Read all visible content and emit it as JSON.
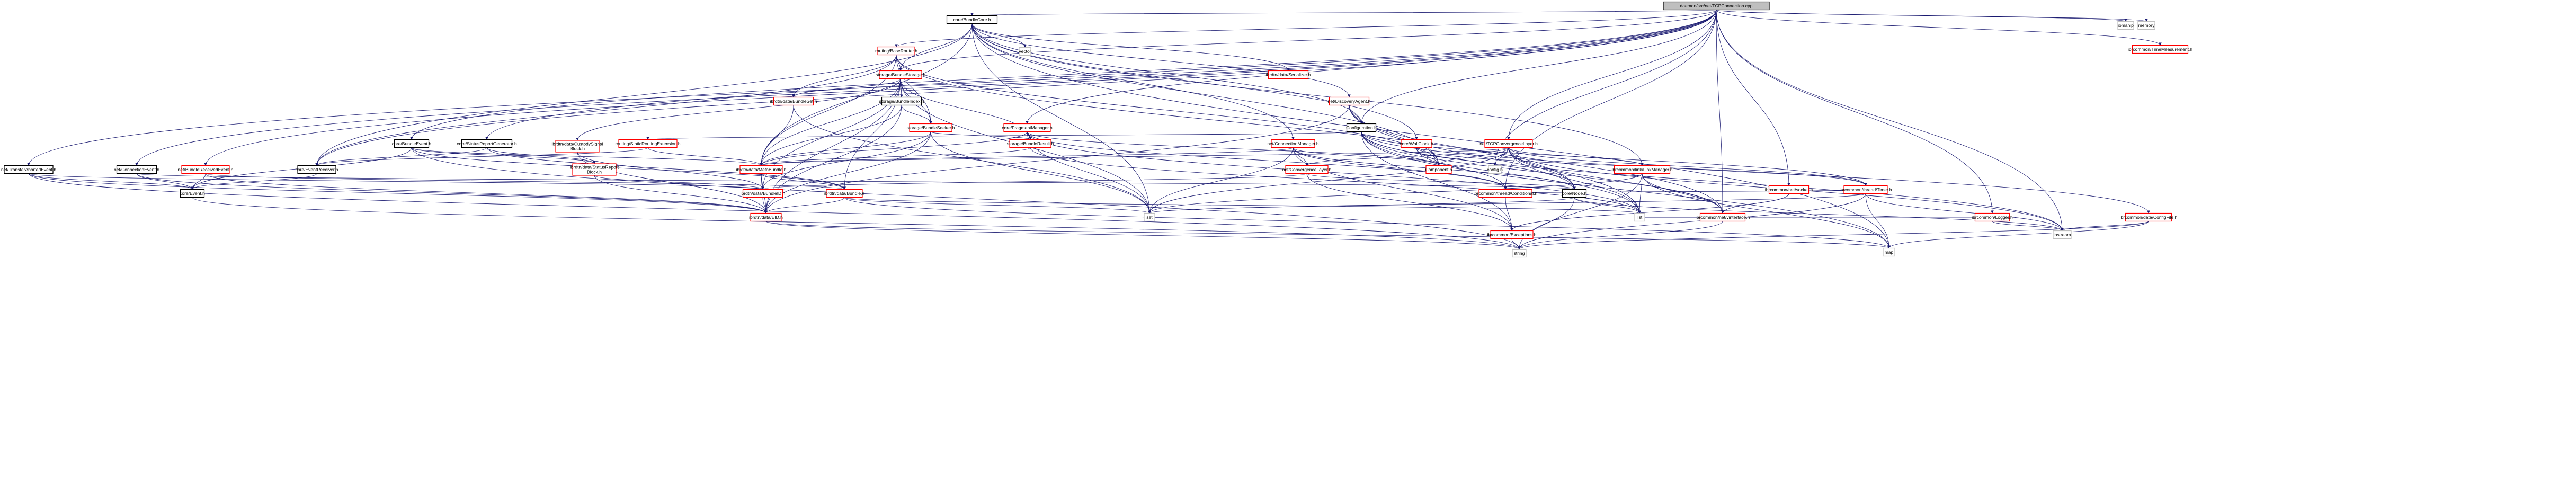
{
  "title": "daemon/src/net/TCPConnection.cpp include dependency graph",
  "colors": {
    "root_fill": "#bfbfbf",
    "documented_border": "#000000",
    "undocumented_border": "#ff0000",
    "system_border": "#bfbfbf",
    "edge": "#191970"
  },
  "nodes": [
    {
      "id": "root",
      "label": "daemon/src/net/TCPConnection.cpp",
      "kind": "root"
    },
    {
      "id": "BundleCore",
      "label": "core/BundleCore.h",
      "kind": "documented"
    },
    {
      "id": "iomanip",
      "label": "iomanip",
      "kind": "system"
    },
    {
      "id": "memory",
      "label": "memory",
      "kind": "system"
    },
    {
      "id": "TimeMeasurement",
      "label": "ibrcommon/TimeMeasurement.h",
      "kind": "undocumented"
    },
    {
      "id": "BaseRouter",
      "label": "routing/BaseRouter.h",
      "kind": "undocumented"
    },
    {
      "id": "BundleStorage",
      "label": "storage/BundleStorage.h",
      "kind": "undocumented"
    },
    {
      "id": "vector",
      "label": "vector",
      "kind": "system"
    },
    {
      "id": "Serializer",
      "label": "ibrdtn/data/Serializer.h",
      "kind": "undocumented"
    },
    {
      "id": "BundleSet",
      "label": "ibrdtn/data/BundleSet.h",
      "kind": "undocumented"
    },
    {
      "id": "BundleIndex",
      "label": "storage/BundleIndex.h",
      "kind": "documented"
    },
    {
      "id": "DiscoveryAgent",
      "label": "net/DiscoveryAgent.h",
      "kind": "undocumented"
    },
    {
      "id": "BundleSeeker",
      "label": "storage/BundleSeeker.h",
      "kind": "undocumented"
    },
    {
      "id": "Configuration",
      "label": "Configuration.h",
      "kind": "documented"
    },
    {
      "id": "FragmentManager",
      "label": "core/FragmentManager.h",
      "kind": "undocumented"
    },
    {
      "id": "BundleEvent",
      "label": "core/BundleEvent.h",
      "kind": "documented"
    },
    {
      "id": "StatusReportGenerator",
      "label": "core/StatusReportGenerator.h",
      "kind": "documented"
    },
    {
      "id": "CustodySignalBlock",
      "label": "ibrdtn/data/CustodySignal\nBlock.h",
      "kind": "undocumented"
    },
    {
      "id": "StaticRoutingExtension",
      "label": "routing/StaticRoutingExtension.h",
      "kind": "undocumented"
    },
    {
      "id": "BundleResult",
      "label": "storage/BundleResult.h",
      "kind": "undocumented"
    },
    {
      "id": "ConnectionManager",
      "label": "net/ConnectionManager.h",
      "kind": "undocumented"
    },
    {
      "id": "WallClock",
      "label": "core/WallClock.h",
      "kind": "undocumented"
    },
    {
      "id": "TCPConvergenceLayer",
      "label": "net/TCPConvergenceLayer.h",
      "kind": "undocumented"
    },
    {
      "id": "TransferAbortedEvent",
      "label": "net/TransferAbortedEvent.h",
      "kind": "documented"
    },
    {
      "id": "ConnectionEvent",
      "label": "net/ConnectionEvent.h",
      "kind": "documented"
    },
    {
      "id": "BundleReceivedEvent",
      "label": "net/BundleReceivedEvent.h",
      "kind": "undocumented"
    },
    {
      "id": "EventReceiver",
      "label": "core/EventReceiver.h",
      "kind": "documented"
    },
    {
      "id": "StatusReportBlock",
      "label": "ibrdtn/data/StatusReport\nBlock.h",
      "kind": "undocumented"
    },
    {
      "id": "MetaBundle",
      "label": "ibrdtn/data/MetaBundle.h",
      "kind": "undocumented"
    },
    {
      "id": "ConvergenceLayer",
      "label": "net/ConvergenceLayer.h",
      "kind": "undocumented"
    },
    {
      "id": "Component",
      "label": "Component.h",
      "kind": "undocumented"
    },
    {
      "id": "config",
      "label": "config.h",
      "kind": "system"
    },
    {
      "id": "LinkManager",
      "label": "ibrcommon/link/LinkManager.h",
      "kind": "undocumented"
    },
    {
      "id": "socket",
      "label": "ibrcommon/net/socket.h",
      "kind": "undocumented"
    },
    {
      "id": "Timer",
      "label": "ibrcommon/thread/Timer.h",
      "kind": "undocumented"
    },
    {
      "id": "Event",
      "label": "core/Event.h",
      "kind": "documented"
    },
    {
      "id": "BundleID",
      "label": "ibrdtn/data/BundleID.h",
      "kind": "undocumented"
    },
    {
      "id": "Bundle",
      "label": "ibrdtn/data/Bundle.h",
      "kind": "undocumented"
    },
    {
      "id": "Conditional",
      "label": "ibrcommon/thread/Conditional.h",
      "kind": "undocumented"
    },
    {
      "id": "Node",
      "label": "core/Node.h",
      "kind": "documented"
    },
    {
      "id": "vinterface",
      "label": "ibrcommon/net/vinterface.h",
      "kind": "undocumented"
    },
    {
      "id": "Logger",
      "label": "ibrcommon/Logger.h",
      "kind": "undocumented"
    },
    {
      "id": "ConfigFile",
      "label": "ibrcommon/data/ConfigFile.h",
      "kind": "undocumented"
    },
    {
      "id": "iostream",
      "label": "iostream",
      "kind": "system"
    },
    {
      "id": "EID",
      "label": "ibrdtn/data/EID.h",
      "kind": "undocumented"
    },
    {
      "id": "set",
      "label": "set",
      "kind": "system"
    },
    {
      "id": "list",
      "label": "list",
      "kind": "system"
    },
    {
      "id": "map",
      "label": "map",
      "kind": "system"
    },
    {
      "id": "Exceptions",
      "label": "ibrcommon/Exceptions.h",
      "kind": "undocumented"
    },
    {
      "id": "string",
      "label": "string",
      "kind": "system"
    }
  ],
  "edges": [
    [
      "root",
      "BundleCore"
    ],
    [
      "root",
      "iomanip"
    ],
    [
      "root",
      "memory"
    ],
    [
      "root",
      "TimeMeasurement"
    ],
    [
      "root",
      "BaseRouter"
    ],
    [
      "root",
      "BundleStorage"
    ],
    [
      "root",
      "Configuration"
    ],
    [
      "root",
      "FragmentManager"
    ],
    [
      "root",
      "BundleEvent"
    ],
    [
      "root",
      "StatusReportGenerator"
    ],
    [
      "root",
      "TCPConvergenceLayer"
    ],
    [
      "root",
      "TransferAbortedEvent"
    ],
    [
      "root",
      "ConnectionEvent"
    ],
    [
      "root",
      "BundleReceivedEvent"
    ],
    [
      "root",
      "EventReceiver"
    ],
    [
      "root",
      "Logger"
    ],
    [
      "root",
      "iostream"
    ],
    [
      "root",
      "socket"
    ],
    [
      "root",
      "Conditional"
    ],
    [
      "root",
      "vinterface"
    ],
    [
      "root",
      "config"
    ],
    [
      "BundleCore",
      "vector"
    ],
    [
      "BundleCore",
      "Serializer"
    ],
    [
      "BundleCore",
      "DiscoveryAgent"
    ],
    [
      "BundleCore",
      "BundleStorage"
    ],
    [
      "BundleCore",
      "Configuration"
    ],
    [
      "BundleCore",
      "ConnectionManager"
    ],
    [
      "BundleCore",
      "WallClock"
    ],
    [
      "BundleCore",
      "Component"
    ],
    [
      "BundleCore",
      "EventReceiver"
    ],
    [
      "BundleCore",
      "MetaBundle"
    ],
    [
      "BundleCore",
      "set"
    ],
    [
      "BundleCore",
      "map"
    ],
    [
      "BundleCore",
      "LinkManager"
    ],
    [
      "BaseRouter",
      "BundleStorage"
    ],
    [
      "BaseRouter",
      "BundleSet"
    ],
    [
      "BaseRouter",
      "BundleSeeker"
    ],
    [
      "BaseRouter",
      "Component"
    ],
    [
      "BaseRouter",
      "MetaBundle"
    ],
    [
      "BaseRouter",
      "EventReceiver"
    ],
    [
      "BaseRouter",
      "Node"
    ],
    [
      "BundleStorage",
      "BundleSet"
    ],
    [
      "BundleStorage",
      "BundleIndex"
    ],
    [
      "BundleStorage",
      "BundleSeeker"
    ],
    [
      "BundleStorage",
      "BundleResult"
    ],
    [
      "BundleStorage",
      "MetaBundle"
    ],
    [
      "BundleStorage",
      "BundleID"
    ],
    [
      "BundleStorage",
      "Bundle"
    ],
    [
      "BundleStorage",
      "EID"
    ],
    [
      "BundleStorage",
      "set"
    ],
    [
      "BundleStorage",
      "CustodySignalBlock"
    ],
    [
      "BundleIndex",
      "BundleSeeker"
    ],
    [
      "BundleIndex",
      "MetaBundle"
    ],
    [
      "BundleIndex",
      "EID"
    ],
    [
      "BundleSet",
      "MetaBundle"
    ],
    [
      "BundleSet",
      "set"
    ],
    [
      "BundleSeeker",
      "BundleResult"
    ],
    [
      "BundleSeeker",
      "MetaBundle"
    ],
    [
      "BundleSeeker",
      "EID"
    ],
    [
      "BundleSeeker",
      "set"
    ],
    [
      "BundleSeeker",
      "BundleID"
    ],
    [
      "BundleResult",
      "MetaBundle"
    ],
    [
      "BundleResult",
      "list"
    ],
    [
      "FragmentManager",
      "BundleResult"
    ],
    [
      "FragmentManager",
      "MetaBundle"
    ],
    [
      "FragmentManager",
      "Component"
    ],
    [
      "FragmentManager",
      "set"
    ],
    [
      "FragmentManager",
      "list"
    ],
    [
      "FragmentManager",
      "Conditional"
    ],
    [
      "DiscoveryAgent",
      "Configuration"
    ],
    [
      "DiscoveryAgent",
      "Component"
    ],
    [
      "DiscoveryAgent",
      "vinterface"
    ],
    [
      "DiscoveryAgent",
      "list"
    ],
    [
      "DiscoveryAgent",
      "EID"
    ],
    [
      "Configuration",
      "StaticRoutingExtension"
    ],
    [
      "Configuration",
      "Node"
    ],
    [
      "Configuration",
      "vinterface"
    ],
    [
      "Configuration",
      "Timer"
    ],
    [
      "Configuration",
      "ConfigFile"
    ],
    [
      "Configuration",
      "Exceptions"
    ],
    [
      "Configuration",
      "list"
    ],
    [
      "Configuration",
      "map"
    ],
    [
      "Configuration",
      "iostream"
    ],
    [
      "BundleEvent",
      "Event"
    ],
    [
      "BundleEvent",
      "Bundle"
    ],
    [
      "BundleEvent",
      "StatusReportBlock"
    ],
    [
      "BundleEvent",
      "MetaBundle"
    ],
    [
      "BundleEvent",
      "string"
    ],
    [
      "StatusReportGenerator",
      "EventReceiver"
    ],
    [
      "StatusReportGenerator",
      "StatusReportBlock"
    ],
    [
      "StatusReportGenerator",
      "Bundle"
    ],
    [
      "CustodySignalBlock",
      "BundleID"
    ],
    [
      "CustodySignalBlock",
      "EID"
    ],
    [
      "StaticRoutingExtension",
      "MetaBundle"
    ],
    [
      "StaticRoutingExtension",
      "EventReceiver"
    ],
    [
      "StatusReportBlock",
      "EID"
    ],
    [
      "StatusReportBlock",
      "BundleID"
    ],
    [
      "ConnectionManager",
      "ConvergenceLayer"
    ],
    [
      "ConnectionManager",
      "Component"
    ],
    [
      "ConnectionManager",
      "Node"
    ],
    [
      "ConnectionManager",
      "Exceptions"
    ],
    [
      "ConnectionManager",
      "MetaBundle"
    ],
    [
      "ConnectionManager",
      "set"
    ],
    [
      "ConnectionManager",
      "Conditional"
    ],
    [
      "WallClock",
      "Component"
    ],
    [
      "WallClock",
      "Conditional"
    ],
    [
      "WallClock",
      "Timer"
    ],
    [
      "TCPConvergenceLayer",
      "ConvergenceLayer"
    ],
    [
      "TCPConvergenceLayer",
      "Component"
    ],
    [
      "TCPConvergenceLayer",
      "config"
    ],
    [
      "TCPConvergenceLayer",
      "LinkManager"
    ],
    [
      "TCPConvergenceLayer",
      "Node"
    ],
    [
      "TCPConvergenceLayer",
      "list"
    ],
    [
      "TCPConvergenceLayer",
      "Timer"
    ],
    [
      "TCPConvergenceLayer",
      "MetaBundle"
    ],
    [
      "TCPConvergenceLayer",
      "vinterface"
    ],
    [
      "TCPConvergenceLayer",
      "set"
    ],
    [
      "TCPConvergenceLayer",
      "iostream"
    ],
    [
      "TransferAbortedEvent",
      "Event"
    ],
    [
      "TransferAbortedEvent",
      "EID"
    ],
    [
      "TransferAbortedEvent",
      "BundleID"
    ],
    [
      "TransferAbortedEvent",
      "string"
    ],
    [
      "ConnectionEvent",
      "Event"
    ],
    [
      "ConnectionEvent",
      "Node"
    ],
    [
      "ConnectionEvent",
      "EID"
    ],
    [
      "BundleReceivedEvent",
      "Event"
    ],
    [
      "BundleReceivedEvent",
      "Bundle"
    ],
    [
      "BundleReceivedEvent",
      "EID"
    ],
    [
      "EventReceiver",
      "Event"
    ],
    [
      "MetaBundle",
      "BundleID"
    ],
    [
      "MetaBundle",
      "Bundle"
    ],
    [
      "MetaBundle",
      "EID"
    ],
    [
      "ConvergenceLayer",
      "Node"
    ],
    [
      "ConvergenceLayer",
      "BundleID"
    ],
    [
      "ConvergenceLayer",
      "Exceptions"
    ],
    [
      "LinkManager",
      "vinterface"
    ],
    [
      "LinkManager",
      "list"
    ],
    [
      "LinkManager",
      "set"
    ],
    [
      "LinkManager",
      "map"
    ],
    [
      "LinkManager",
      "string"
    ],
    [
      "socket",
      "vinterface"
    ],
    [
      "socket",
      "Exceptions"
    ],
    [
      "Timer",
      "Conditional"
    ],
    [
      "Timer",
      "set"
    ],
    [
      "Timer",
      "map"
    ],
    [
      "Timer",
      "iostream"
    ],
    [
      "Timer",
      "string"
    ],
    [
      "Event",
      "string"
    ],
    [
      "BundleID",
      "EID"
    ],
    [
      "Bundle",
      "EID"
    ],
    [
      "Bundle",
      "list"
    ],
    [
      "Bundle",
      "set"
    ],
    [
      "Bundle",
      "map"
    ],
    [
      "Conditional",
      "Exceptions"
    ],
    [
      "Node",
      "list"
    ],
    [
      "Node",
      "set"
    ],
    [
      "Node",
      "string"
    ],
    [
      "Node",
      "iostream"
    ],
    [
      "vinterface",
      "string"
    ],
    [
      "vinterface",
      "list"
    ],
    [
      "Logger",
      "iostream"
    ],
    [
      "Logger",
      "list"
    ],
    [
      "ConfigFile",
      "iostream"
    ],
    [
      "ConfigFile",
      "map"
    ],
    [
      "ConfigFile",
      "string"
    ],
    [
      "EID",
      "string"
    ],
    [
      "EID",
      "map"
    ],
    [
      "Exceptions",
      "string"
    ]
  ]
}
